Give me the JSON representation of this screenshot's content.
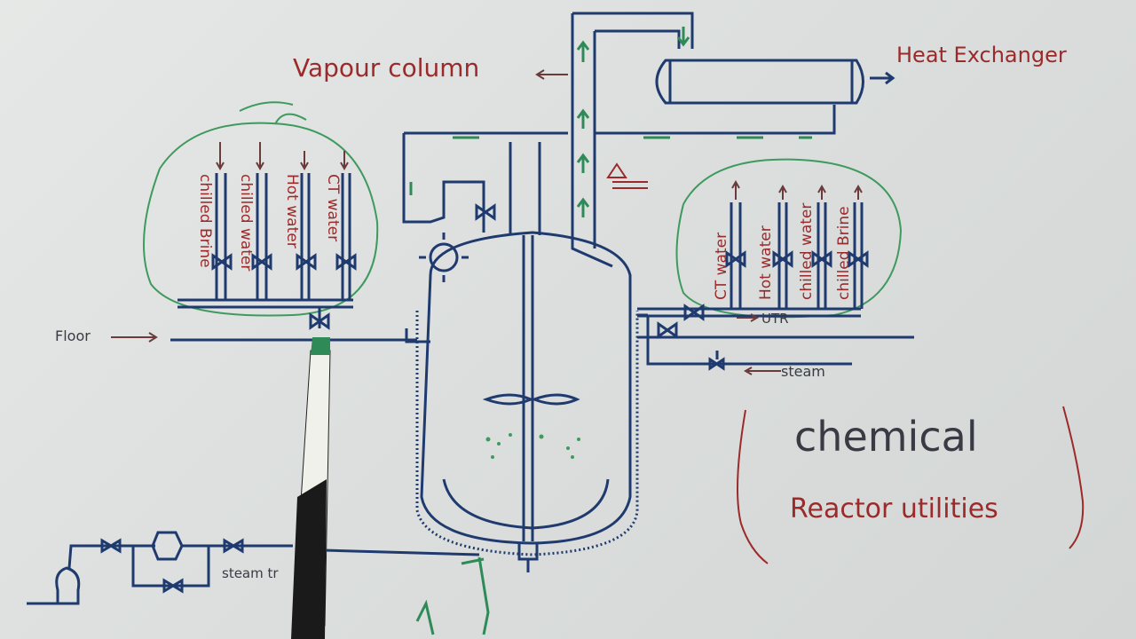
{
  "labels": {
    "vapour_column": "Vapour column",
    "heat_exchanger": "Heat Exchanger",
    "floor": "Floor",
    "utr": "UTR",
    "steam": "steam",
    "steam_trap": "steam tr",
    "title_line1": "chemical",
    "title_line2": "Reactor utilities"
  },
  "left_utilities": [
    "chilled Brine",
    "chilled water",
    "Hot water",
    "CT water"
  ],
  "right_utilities": [
    "CT water",
    "Hot water",
    "chilled water",
    "chilled Brine"
  ],
  "colors": {
    "blue_ink": "#1f3a6e",
    "green_ink": "#2e8b57",
    "red_ink": "#9b2a2a"
  }
}
